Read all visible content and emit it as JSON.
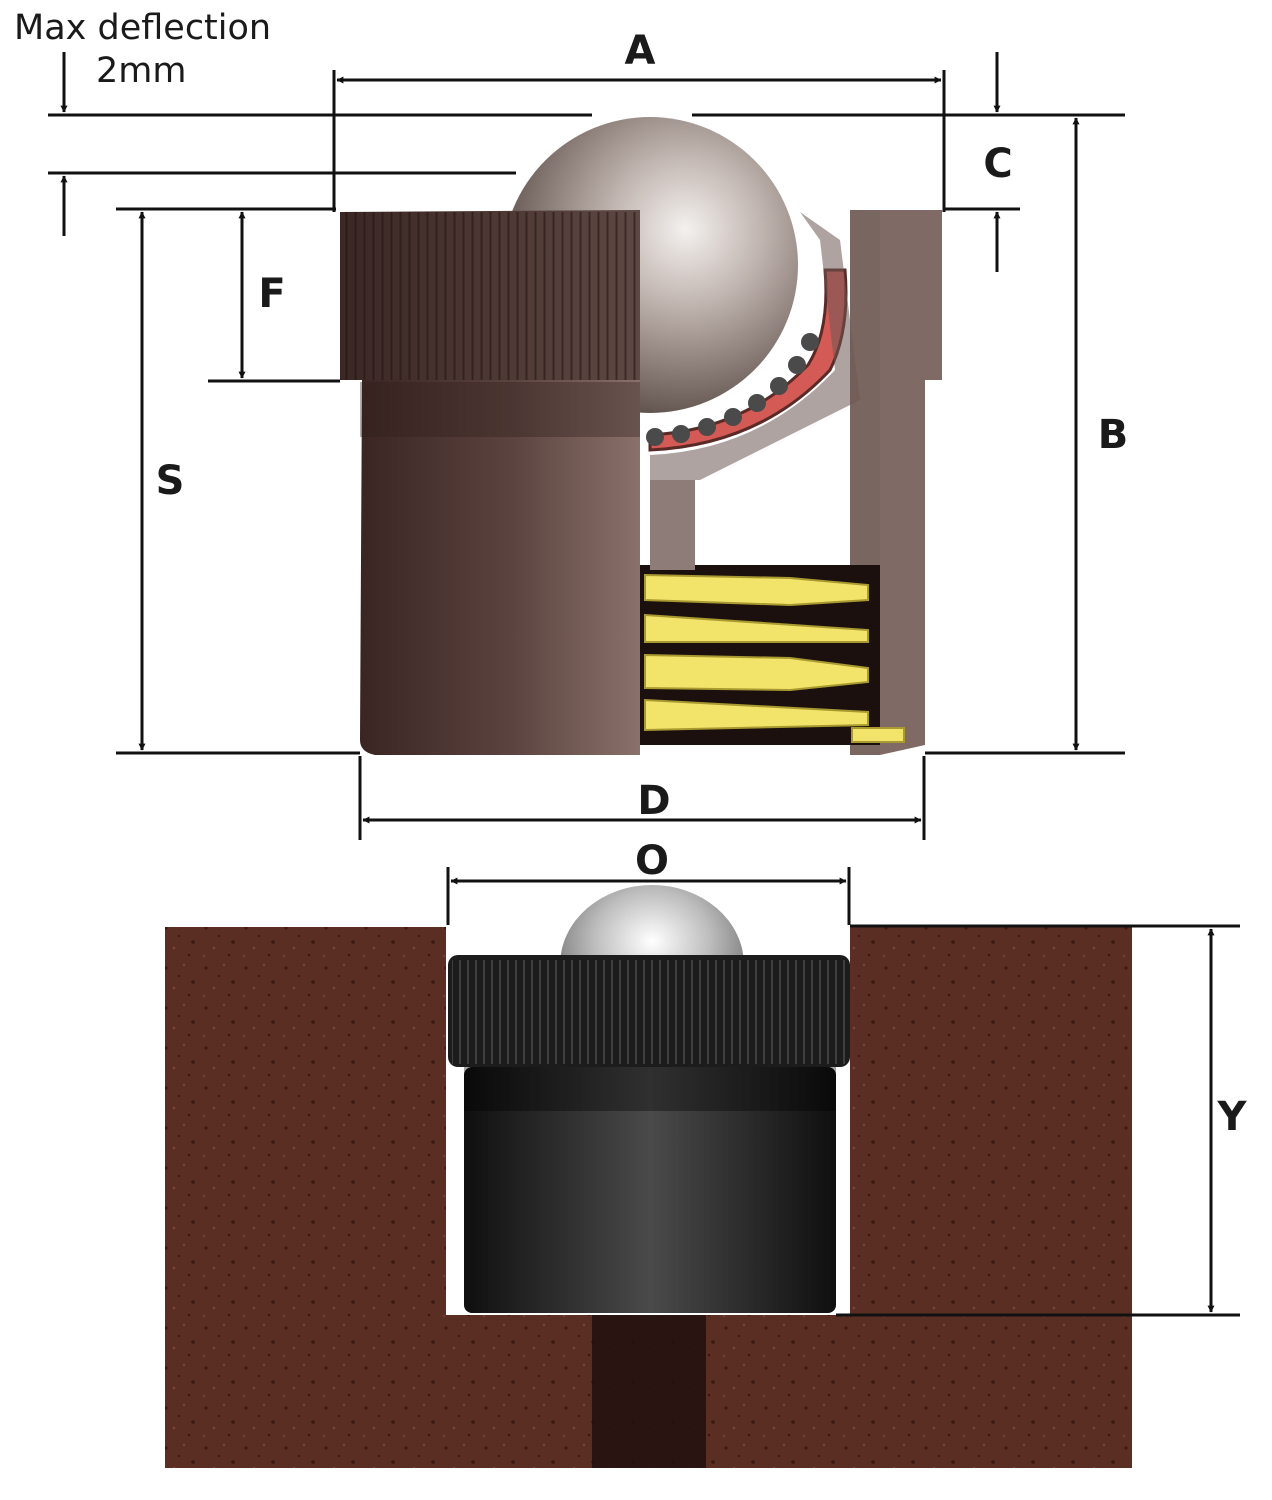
{
  "note": {
    "line1": "Max deflection",
    "line2": "2mm"
  },
  "labels": {
    "A": "A",
    "B": "B",
    "C": "C",
    "D": "D",
    "F": "F",
    "S": "S",
    "O": "O",
    "Y": "Y"
  },
  "colors": {
    "body_dark": "#3b2623",
    "body_mid": "#5a423e",
    "body_light": "#7a615c",
    "ball_light": "#e8e4e2",
    "ball_dark": "#4a403c",
    "cup_red": "#d45a55",
    "spring_yellow": "#f2e46a",
    "substrate": "#5b2e24",
    "installed_black": "#151515",
    "slot": "#2a1512"
  }
}
